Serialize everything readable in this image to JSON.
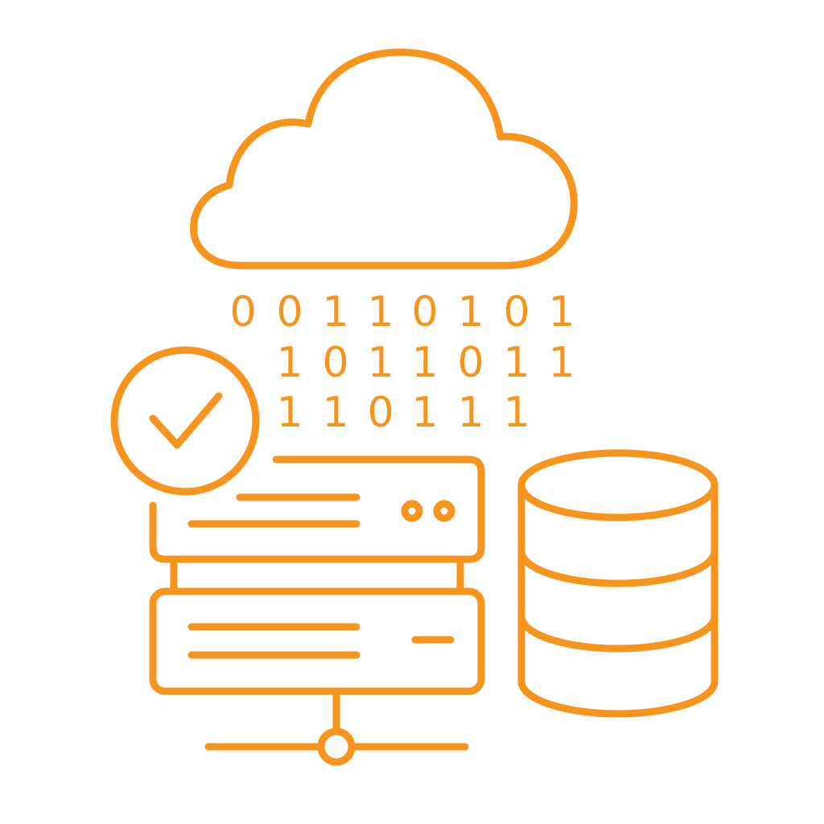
{
  "colors": {
    "accent": "#F7941D",
    "background": "#FFFFFF"
  },
  "icon": {
    "name": "cloud-data-storage-icon",
    "parts": [
      "cloud-icon",
      "binary-data",
      "check-circle-icon",
      "server-rack-icon",
      "database-icon",
      "network-node-icon"
    ]
  },
  "binary": {
    "rows": [
      [
        "0",
        "0",
        "1",
        "1",
        "0",
        "1",
        "0",
        "1"
      ],
      [
        "1",
        "0",
        "1",
        "1",
        "0",
        "1",
        "1"
      ],
      [
        "1",
        "1",
        "0",
        "1",
        "1",
        "1"
      ]
    ]
  }
}
